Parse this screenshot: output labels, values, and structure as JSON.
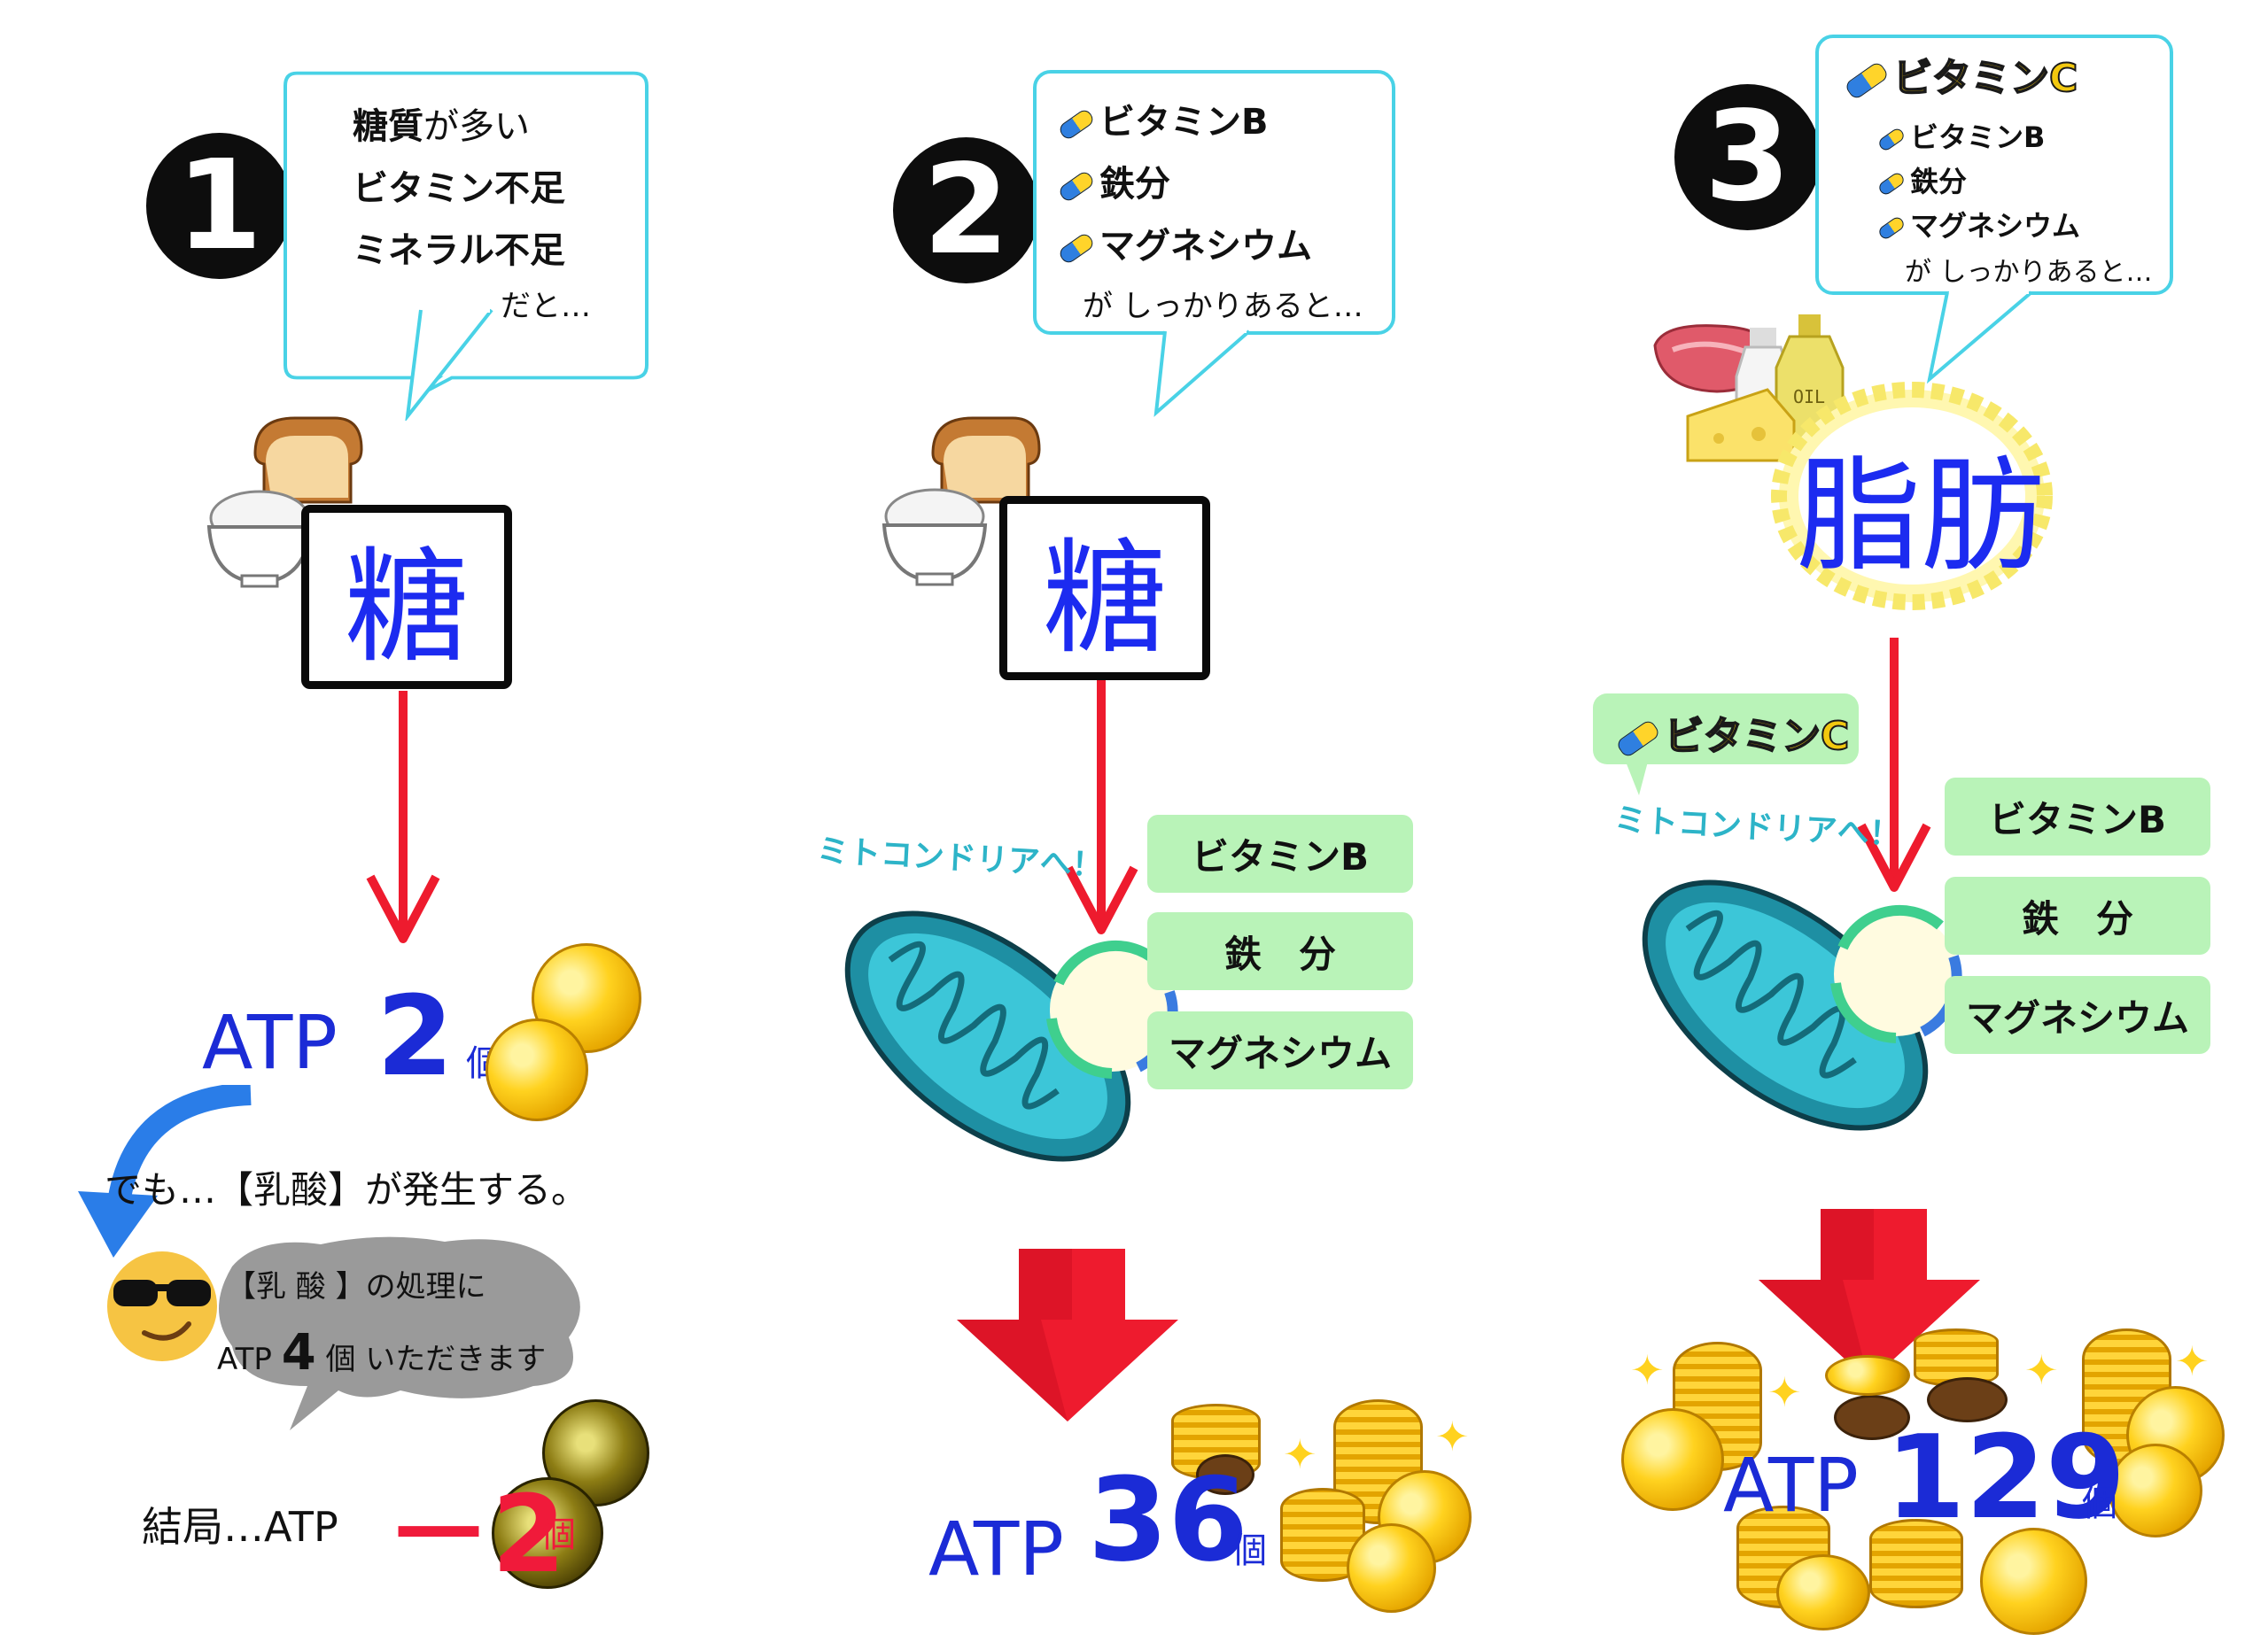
{
  "panel1": {
    "number": "1",
    "bubble": {
      "line1_a": "糖質",
      "line1_b": "が多い",
      "line2": "ビタミン不足",
      "line3": "ミネラル不足",
      "line4": "だと…"
    },
    "box_label": "糖",
    "atp_label": "ATP",
    "atp_value": "2",
    "unit": "個",
    "lactic_line": "でも…【乳酸】が発生する。",
    "cloud_line1": "【乳 酸 】の処理に",
    "cloud_line2_a": "ATP",
    "cloud_line2_b": "4",
    "cloud_line2_c": "個 いただきます",
    "result_label": "結局…ATP",
    "result_value": "－2",
    "result_unit": "個"
  },
  "panel2": {
    "number": "2",
    "bubble": {
      "item1": "ビタミンB",
      "item2": "鉄分",
      "item3": "マグネシウム",
      "footer": "が しっかりあると…"
    },
    "box_label": "糖",
    "mito_label": "ミトコンドリアへ！",
    "tags": [
      "ビタミンB",
      "鉄　分",
      "マグネシウム"
    ],
    "atp_label": "ATP",
    "atp_value": "36",
    "unit": "個"
  },
  "panel3": {
    "number": "3",
    "bubble": {
      "title": "ビタミンC",
      "item1": "ビタミンB",
      "item2": "鉄分",
      "item3": "マグネシウム",
      "footer": "が しっかりあると…"
    },
    "oil_label": "OIL",
    "fat_label": "脂肪",
    "vitc_tag": "ビタミンC",
    "mito_label": "ミトコンドリアへ！",
    "tags": [
      "ビタミンB",
      "鉄　分",
      "マグネシウム"
    ],
    "atp_label": "ATP",
    "atp_value": "129",
    "unit": "個"
  },
  "colors": {
    "bubble_border": "#49d2e6",
    "arrow_red": "#ee1b2e",
    "sugar_blue": "#1c2bf0",
    "atp_blue": "#1b2bd6",
    "negative_red": "#f01a3a",
    "tag_green": "#b9f3b8",
    "mito_teal": "#2aa0b5"
  }
}
